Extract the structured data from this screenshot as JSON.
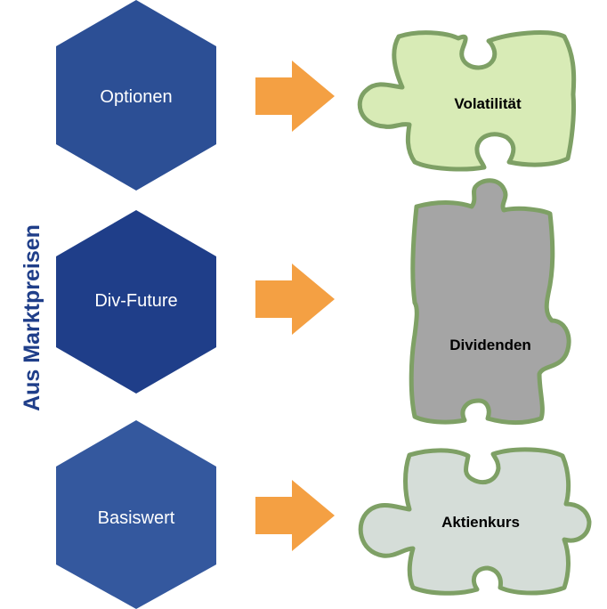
{
  "side_label": "Aus Marktpreisen",
  "rows": [
    {
      "source": "Optionen",
      "target": "Volatilität"
    },
    {
      "source": "Div-Future",
      "target": "Dividenden"
    },
    {
      "source": "Basiswert",
      "target": "Aktienkurs"
    }
  ],
  "colors": {
    "hexagon_1": "#2c4f95",
    "hexagon_2": "#1f3e89",
    "hexagon_3": "#34589e",
    "arrow": "#f4a043",
    "side_label": "#1f3e89",
    "piece_volatility_fill": "#d8ebb6",
    "piece_dividends_fill": "#a5a5a5",
    "piece_stock_fill": "#d5ddd8",
    "piece_stroke": "#7ea065"
  }
}
